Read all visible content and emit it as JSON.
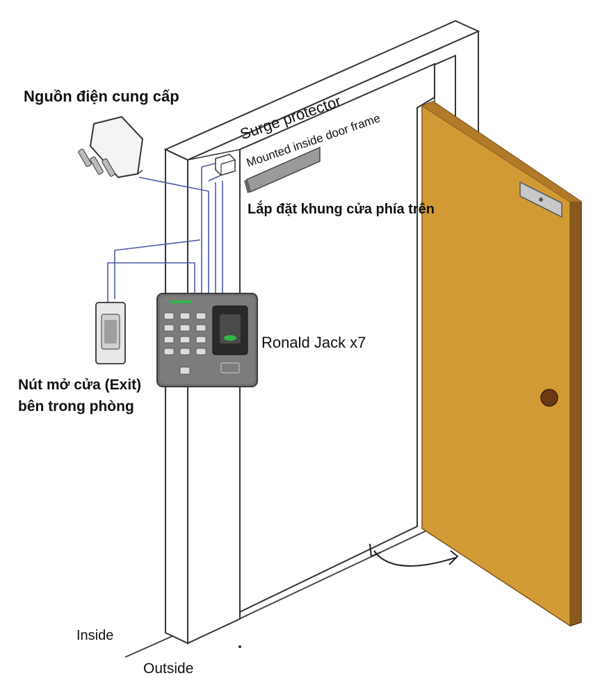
{
  "labels": {
    "power_supply": "Nguồn điện cung cấp",
    "surge_protector": "Surge protector",
    "mounted_inside": "Mounted inside door frame",
    "top_frame_mount": "Lắp đặt khung cửa phía trên",
    "device_name": "Ronald Jack x7",
    "exit_button_line1": "Nút mở cửa (Exit)",
    "exit_button_line2": "bên trong phòng",
    "inside": "Inside",
    "outside": "Outside"
  },
  "colors": {
    "door": "#d29a35",
    "door_edge": "#8a5a1c",
    "wire": "#4c5aa8",
    "frame_line": "#333333",
    "device_body": "#6e6e6e",
    "fingerprint_led": "#2fb84a"
  }
}
